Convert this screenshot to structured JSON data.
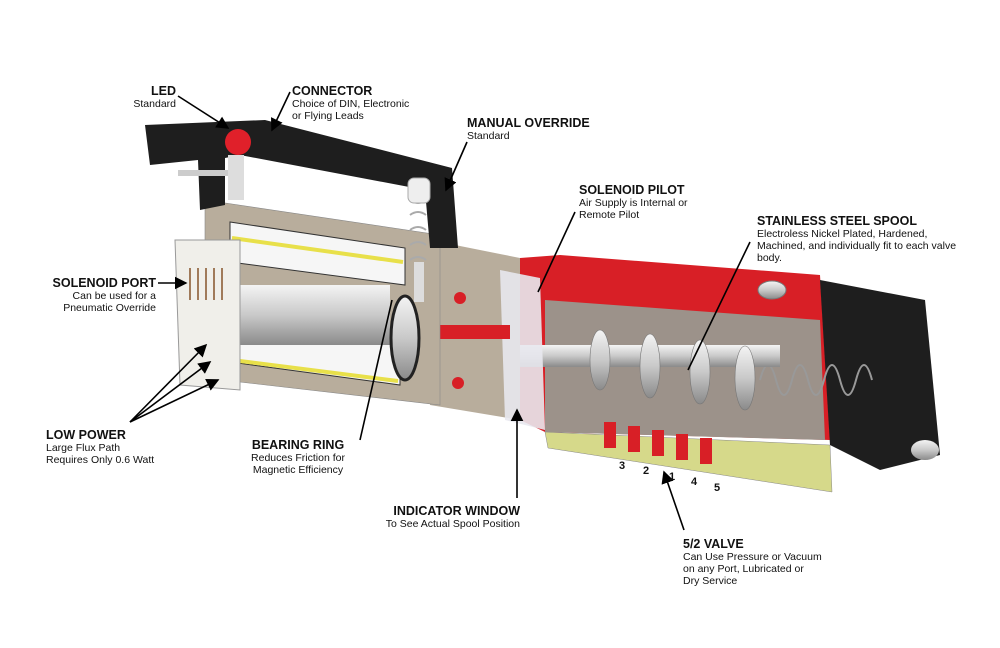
{
  "callouts": {
    "led": {
      "title": "LED",
      "lines": [
        "Standard"
      ]
    },
    "connector": {
      "title": "CONNECTOR",
      "lines": [
        "Choice of DIN, Electronic",
        "or Flying Leads"
      ]
    },
    "manual_override": {
      "title": "MANUAL OVERRIDE",
      "lines": [
        "Standard"
      ]
    },
    "solenoid_pilot": {
      "title": "SOLENOID PILOT",
      "lines": [
        "Air Supply is Internal or",
        "Remote Pilot"
      ]
    },
    "stainless_spool": {
      "title": "STAINLESS STEEL SPOOL",
      "lines": [
        "Electroless Nickel Plated, Hardened,",
        "Machined, and individually fit to each valve",
        "body."
      ]
    },
    "solenoid_port": {
      "title": "SOLENOID PORT",
      "lines": [
        "Can be used for a",
        "Pneumatic Override"
      ]
    },
    "low_power": {
      "title": "LOW POWER",
      "lines": [
        "Large Flux Path",
        "Requires Only 0.6 Watt"
      ]
    },
    "bearing_ring": {
      "title": "BEARING RING",
      "lines": [
        "Reduces Friction for",
        "Magnetic Efficiency"
      ]
    },
    "indicator_window": {
      "title": "INDICATOR WINDOW",
      "lines": [
        "To See Actual Spool Position"
      ]
    },
    "valve_52": {
      "title": "5/2 VALVE",
      "lines": [
        "Can Use Pressure or Vacuum",
        "on any Port, Lubricated or",
        "Dry Service"
      ]
    }
  },
  "port_numbers": [
    "3",
    "2",
    "1",
    "4",
    "5"
  ],
  "colors": {
    "body_red": "#d81f26",
    "housing_black": "#1e1e1e",
    "tan": "#b8ad9c",
    "coil_yellow": "#e8e04a",
    "base_green": "#d6d98a"
  }
}
